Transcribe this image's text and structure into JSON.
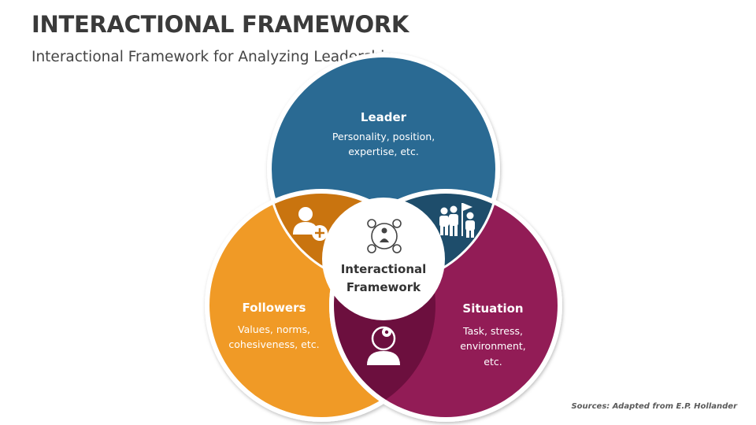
{
  "header": {
    "title": "INTERACTIONAL FRAMEWORK",
    "subtitle": "Interactional Framework for Analyzing Leadership"
  },
  "center": {
    "line1": "Interactional",
    "line2": "Framework"
  },
  "leader": {
    "title": "Leader",
    "line1": "Personality, position,",
    "line2": "expertise, etc."
  },
  "followers": {
    "title": "Followers",
    "line1": "Values, norms,",
    "line2": "cohesiveness, etc."
  },
  "situation": {
    "title": "Situation",
    "line1": "Task, stress,",
    "line2": "environment,",
    "line3": "etc."
  },
  "footer": {
    "source": "Sources: Adapted from E.P. Hollander"
  },
  "colors": {
    "leader": "#2b6b93",
    "followers": "#f09a26",
    "situation": "#921a56",
    "leader_followers": "#c9740f",
    "leader_situation": "#1e4d6b",
    "followers_situation": "#6c0f3e"
  },
  "icons": {
    "leader_followers": "user-plus-icon",
    "leader_situation": "team-flag-icon",
    "followers_situation": "head-gear-icon",
    "center": "network-icon"
  }
}
